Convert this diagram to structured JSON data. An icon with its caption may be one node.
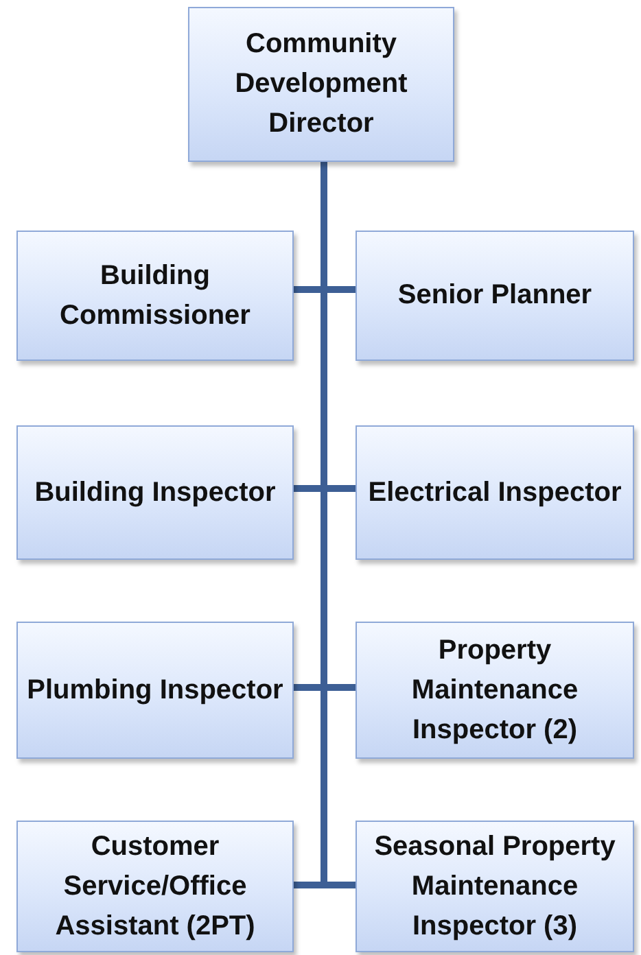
{
  "diagram": {
    "nodes": [
      {
        "text": [
          "Community Development Director"
        ]
      },
      {
        "text": [
          "Building Commissioner"
        ]
      },
      {
        "text": [
          "Senior Planner"
        ]
      },
      {
        "text": [
          "Building Inspector"
        ]
      },
      {
        "text": [
          "Electrical Inspector"
        ]
      },
      {
        "text": [
          "Plumbing Inspector"
        ]
      },
      {
        "text": [
          "Property Maintenance Inspector (2)"
        ]
      },
      {
        "text": [
          "Customer Service/Office Assistant (2PT)"
        ]
      },
      {
        "text": [
          "Seasonal Property Maintenance Inspector (3)"
        ]
      }
    ],
    "edges": [
      {
        "from": 0,
        "to": 1,
        "arrow": "none"
      },
      {
        "from": 0,
        "to": 2,
        "arrow": "none"
      },
      {
        "from": 0,
        "to": 3,
        "arrow": "none"
      },
      {
        "from": 0,
        "to": 4,
        "arrow": "none"
      },
      {
        "from": 0,
        "to": 5,
        "arrow": "none"
      },
      {
        "from": 0,
        "to": 6,
        "arrow": "none"
      },
      {
        "from": 0,
        "to": 7,
        "arrow": "none"
      },
      {
        "from": 0,
        "to": 8,
        "arrow": "none"
      }
    ]
  }
}
